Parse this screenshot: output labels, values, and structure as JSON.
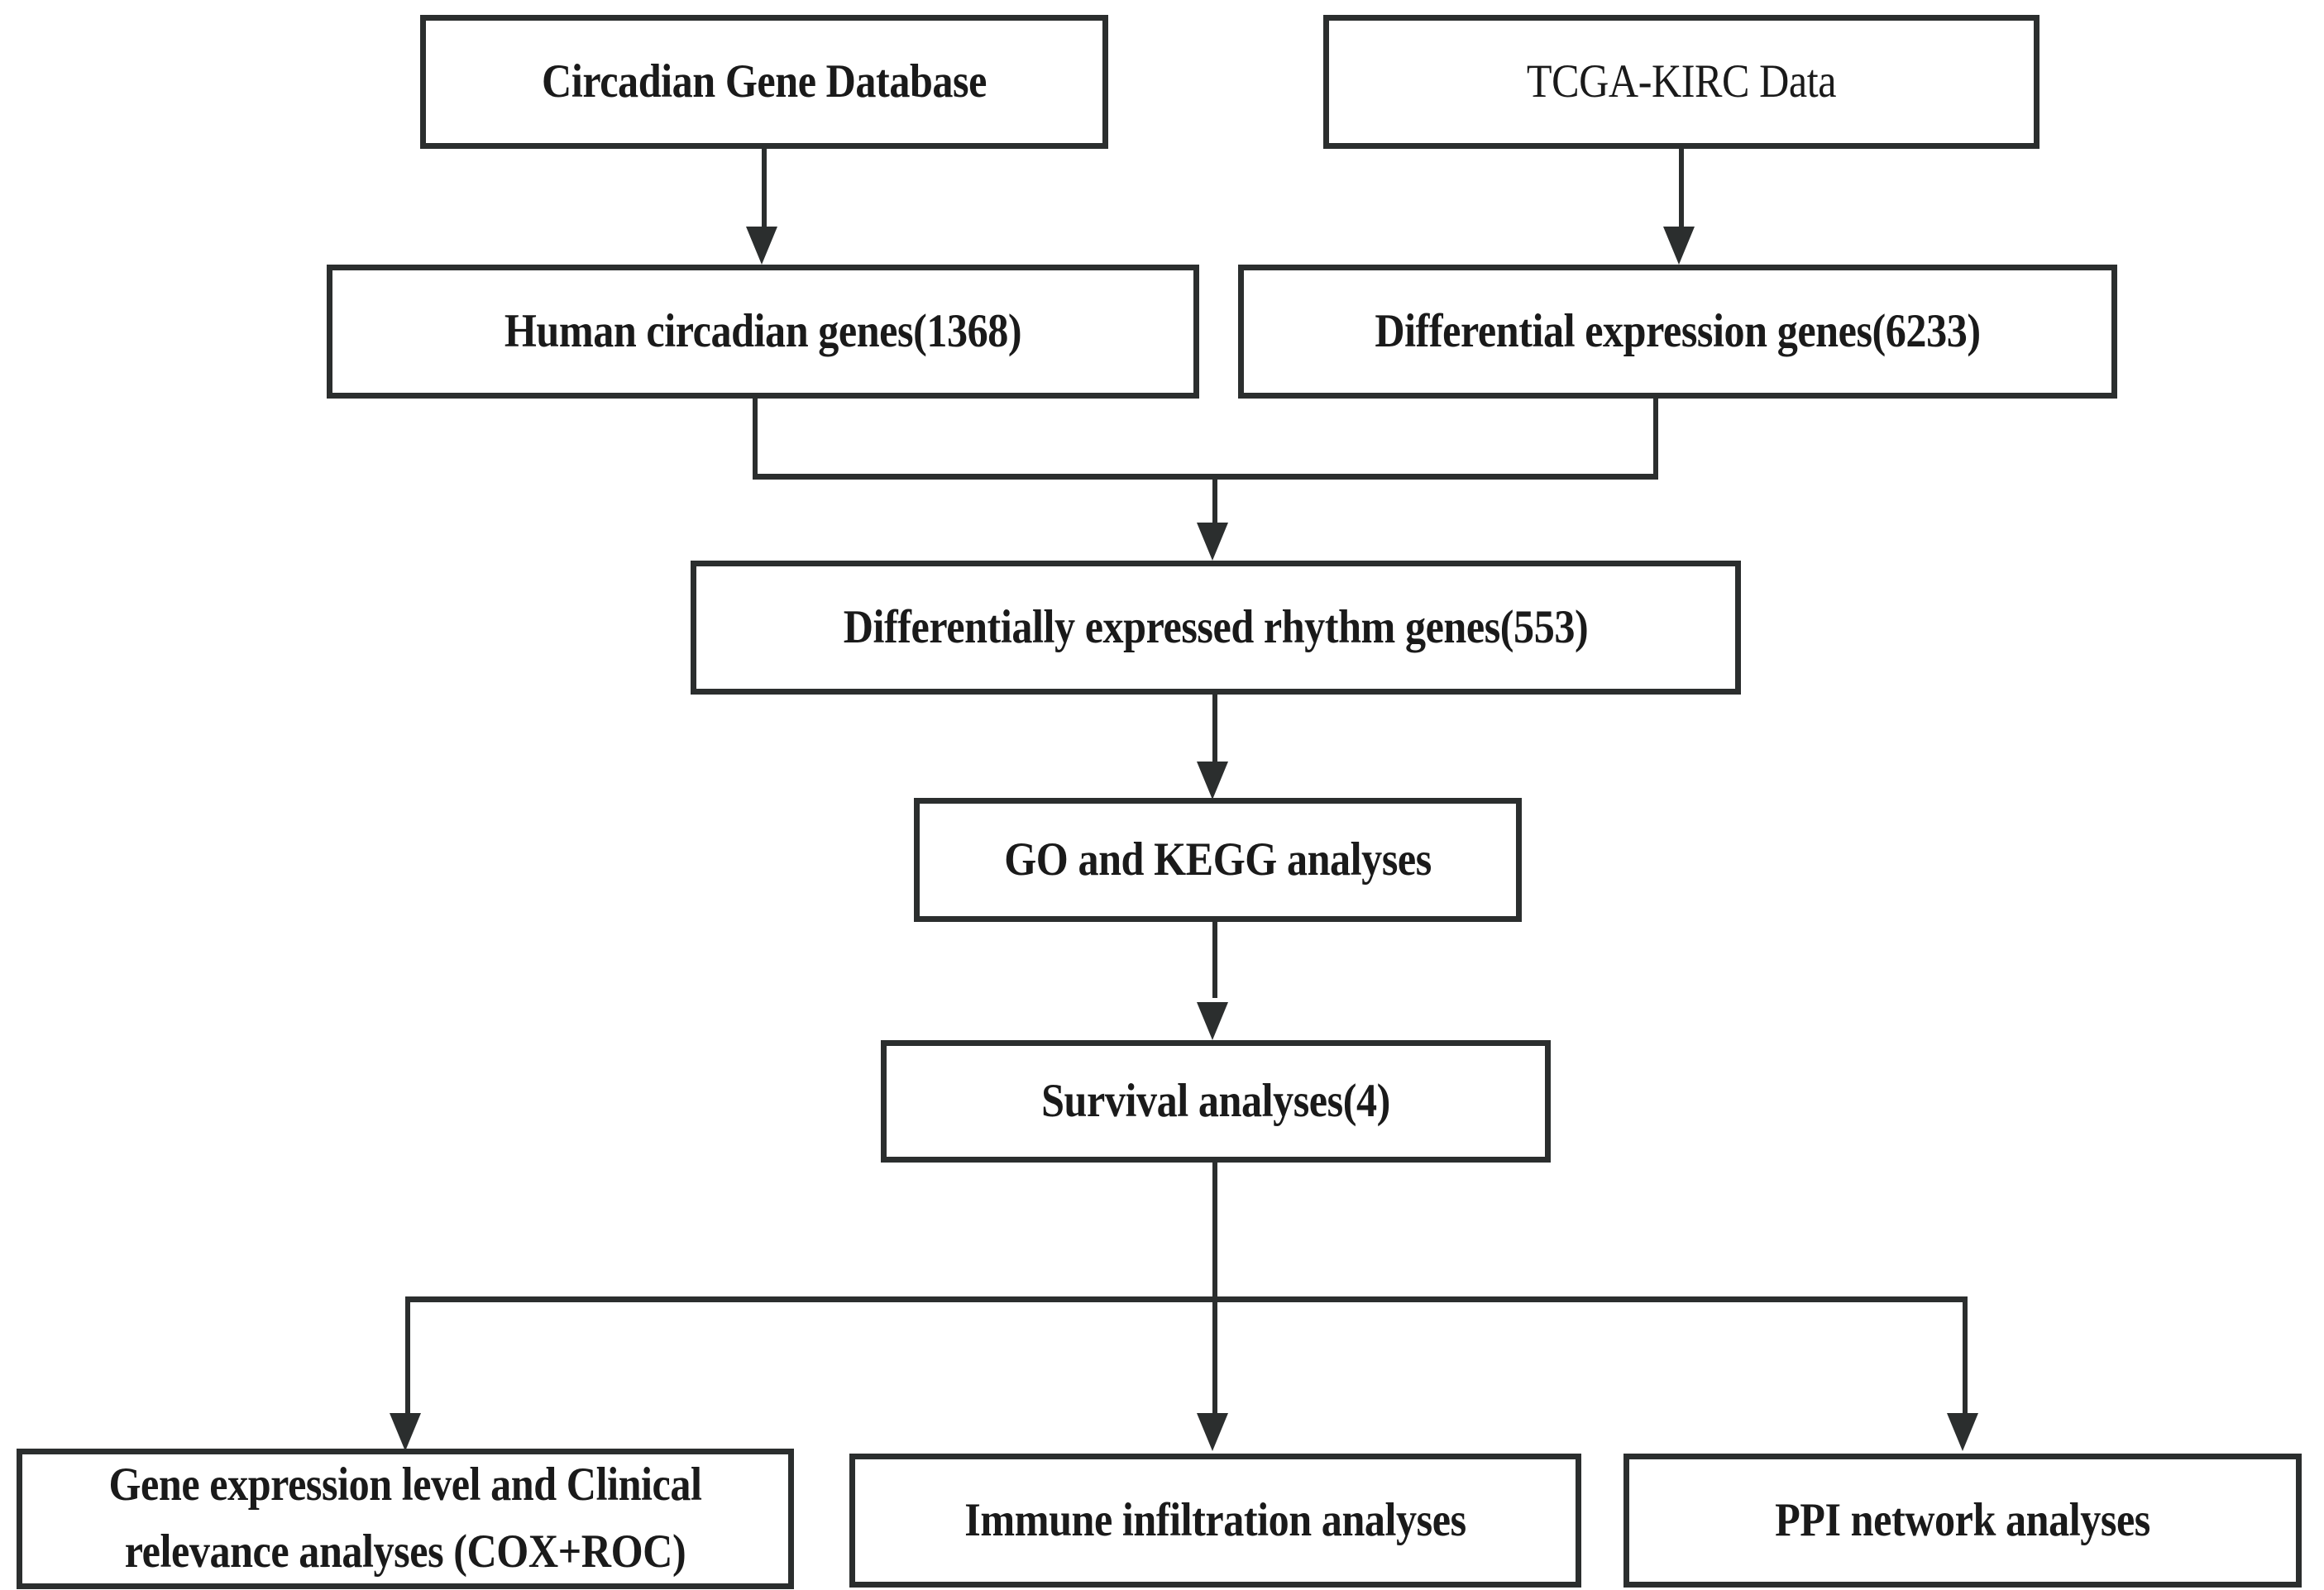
{
  "figure": {
    "kind": "flowchart",
    "orientation": "top-to-bottom",
    "background_color": "#ffffff",
    "line_color": "#2b2e2e",
    "text_color": "#1a1a1a"
  },
  "nodes": {
    "circadian_gene_database": "Circadian Gene Database",
    "tcga_kirc_data": "TCGA-KIRC Data",
    "human_circadian_genes": "Human circadian genes(1368)",
    "differential_expression_genes": "Differential expression genes(6233)",
    "differentially_expressed_rhythm_genes": "Differentially expressed rhythm genes(553)",
    "go_and_kegg_analyses": "GO and KEGG analyses",
    "survival_analyses": "Survival analyses(4)",
    "gene_expression_clinical_relevance": "Gene expression level and Clinical\nrelevance analyses (COX+ROC)",
    "immune_infiltration_analyses": "Immune infiltration analyses",
    "ppi_network_analyses": "PPI network analyses"
  },
  "counts": {
    "human_circadian_genes": 1368,
    "differential_expression_genes": 6233,
    "differentially_expressed_rhythm_genes": 553,
    "survival_analyses": 4
  },
  "edges": [
    {
      "from": "circadian_gene_database",
      "to": "human_circadian_genes",
      "style": "arrow"
    },
    {
      "from": "tcga_kirc_data",
      "to": "differential_expression_genes",
      "style": "arrow"
    },
    {
      "from": "human_circadian_genes",
      "to": "differentially_expressed_rhythm_genes",
      "style": "merge-arrow"
    },
    {
      "from": "differential_expression_genes",
      "to": "differentially_expressed_rhythm_genes",
      "style": "merge-arrow"
    },
    {
      "from": "differentially_expressed_rhythm_genes",
      "to": "go_and_kegg_analyses",
      "style": "arrow"
    },
    {
      "from": "go_and_kegg_analyses",
      "to": "survival_analyses",
      "style": "arrow"
    },
    {
      "from": "survival_analyses",
      "to": "gene_expression_clinical_relevance",
      "style": "split-arrow"
    },
    {
      "from": "survival_analyses",
      "to": "immune_infiltration_analyses",
      "style": "split-arrow"
    },
    {
      "from": "survival_analyses",
      "to": "ppi_network_analyses",
      "style": "split-arrow"
    }
  ]
}
